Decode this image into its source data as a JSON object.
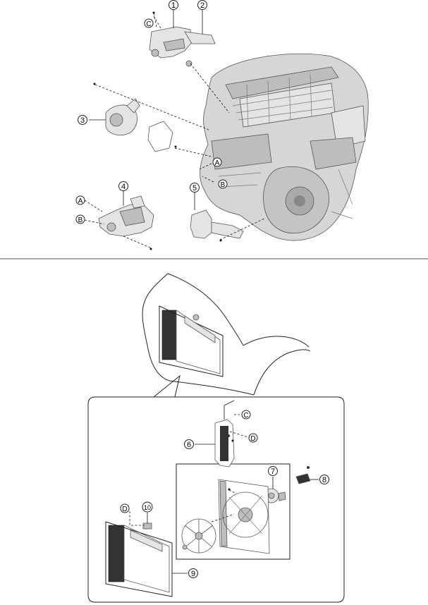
{
  "callouts": {
    "c1": "1",
    "c2": "2",
    "c3": "3",
    "c4": "4",
    "c5": "5",
    "c6": "6",
    "c7": "7",
    "c8": "8",
    "c9": "9",
    "c10": "10"
  },
  "letters": {
    "c_top": "C",
    "a_engine": "A",
    "b_engine": "B",
    "a_outlet": "A",
    "b_outlet": "B",
    "c_tank": "C",
    "d_tank": "D",
    "d_radiator": "D"
  },
  "colors": {
    "line": "#111111",
    "part_fill": "#e4e4e4",
    "engine_fill": "#d6d6d6",
    "divider": "#555555"
  }
}
